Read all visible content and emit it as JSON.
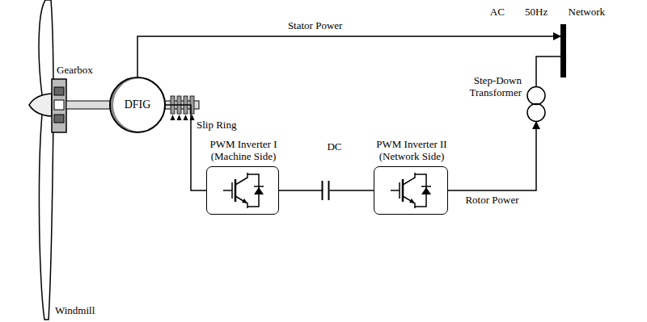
{
  "diagram": {
    "nodes": [
      {
        "text": [
          "DFIG"
        ]
      },
      {
        "text": [
          "PWM Inverter I (Machine Side)"
        ]
      },
      {
        "text": [
          "PWM Inverter II (Network Side)"
        ]
      },
      {
        "text": [
          "Step-Down Transformer"
        ]
      },
      {
        "text": [
          "AC 50Hz Network"
        ]
      }
    ],
    "edges": [
      {
        "from": 0,
        "to": 4,
        "arrow": "to",
        "label": "Stator Power"
      },
      {
        "from": 0,
        "to": 1,
        "arrow": "none"
      },
      {
        "from": 1,
        "to": 2,
        "arrow": "none",
        "label": "DC"
      },
      {
        "from": 2,
        "to": 3,
        "arrow": "to",
        "label": "Rotor Power"
      },
      {
        "from": 3,
        "to": 4,
        "arrow": "none"
      }
    ],
    "labels": [
      "Gearbox",
      "Slip Ring",
      "Windmill"
    ]
  }
}
